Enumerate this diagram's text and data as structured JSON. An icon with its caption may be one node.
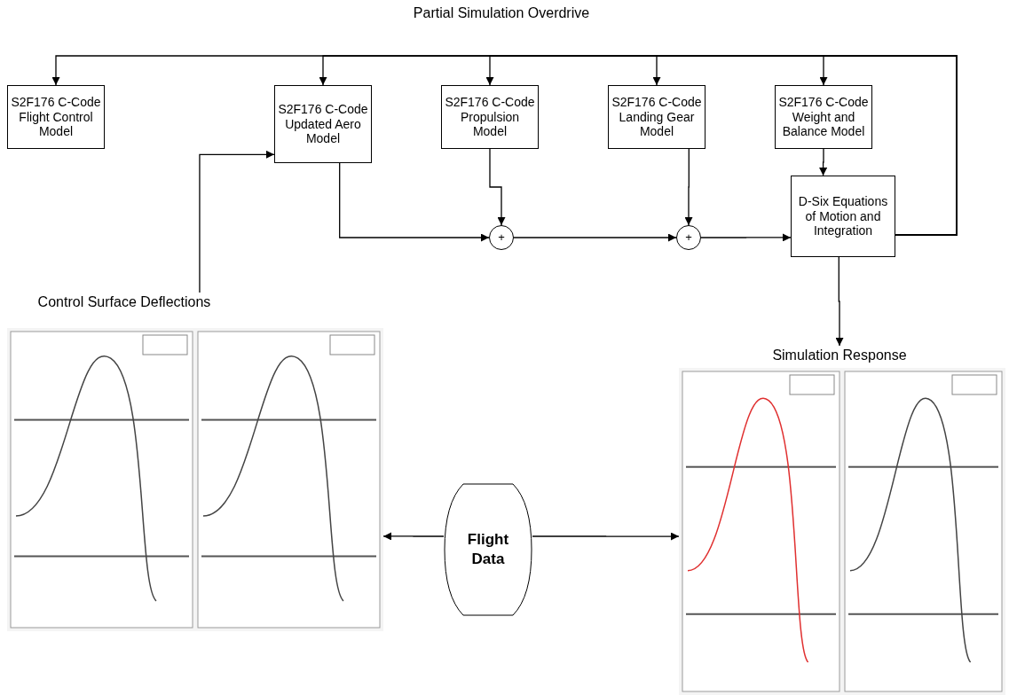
{
  "diagram": {
    "nodes": [
      {
        "text": [
          "S2F176 C-Code Flight Control Model"
        ]
      },
      {
        "text": [
          "S2F176 C-Code Updated Aero Model"
        ]
      },
      {
        "text": [
          "S2F176 C-Code Propulsion Model"
        ]
      },
      {
        "text": [
          "S2F176 C-Code Landing Gear Model"
        ]
      },
      {
        "text": [
          "S2F176 C-Code Weight and Balance Model"
        ]
      },
      {
        "text": [
          "D-Six Equations of Motion and Integration"
        ]
      },
      {
        "text": [
          "+"
        ]
      },
      {
        "text": [
          "+"
        ]
      },
      {
        "text": [
          "Control Surface Deflections"
        ]
      },
      {
        "text": [
          "Simulation Response"
        ]
      },
      {
        "text": [],
        "shape": "picture"
      },
      {
        "text": [
          "Flight Data"
        ]
      },
      {
        "text": [],
        "shape": "picture"
      }
    ],
    "edges": [
      {
        "from": 5,
        "to": 0,
        "arrow": "to"
      },
      {
        "from": 5,
        "to": 1,
        "arrow": "to"
      },
      {
        "from": 5,
        "to": 2,
        "arrow": "to"
      },
      {
        "from": 5,
        "to": 3,
        "arrow": "to"
      },
      {
        "from": 5,
        "to": 4,
        "arrow": "to"
      },
      {
        "from": 1,
        "to": 6,
        "arrow": "to"
      },
      {
        "from": 2,
        "to": 6,
        "arrow": "to"
      },
      {
        "from": 6,
        "to": 7,
        "arrow": "to"
      },
      {
        "from": 3,
        "to": 7,
        "arrow": "to"
      },
      {
        "from": 7,
        "to": 5,
        "arrow": "to"
      },
      {
        "from": 4,
        "to": 5,
        "arrow": "to"
      },
      {
        "from": 8,
        "to": 1,
        "arrow": "to"
      },
      {
        "from": 5,
        "to": 9,
        "arrow": "to"
      },
      {
        "from": 11,
        "to": 10,
        "arrow": "to"
      },
      {
        "from": 11,
        "to": 12,
        "arrow": "to"
      }
    ],
    "labels": [
      "Partial Simulation Overdrive"
    ]
  }
}
